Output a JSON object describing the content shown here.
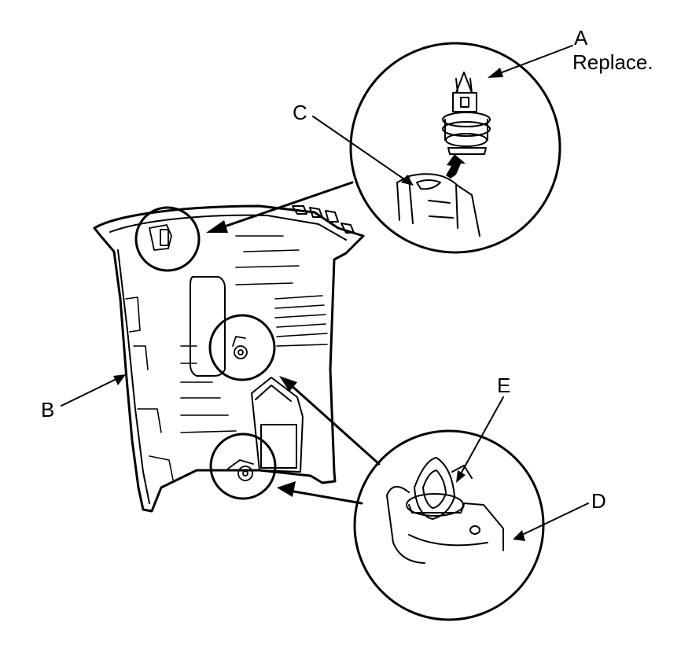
{
  "labels": {
    "a": "A",
    "a_note": "Replace.",
    "b": "B",
    "c": "C",
    "d": "D",
    "e": "E"
  },
  "colors": {
    "line": "#000000",
    "background": "#ffffff"
  }
}
